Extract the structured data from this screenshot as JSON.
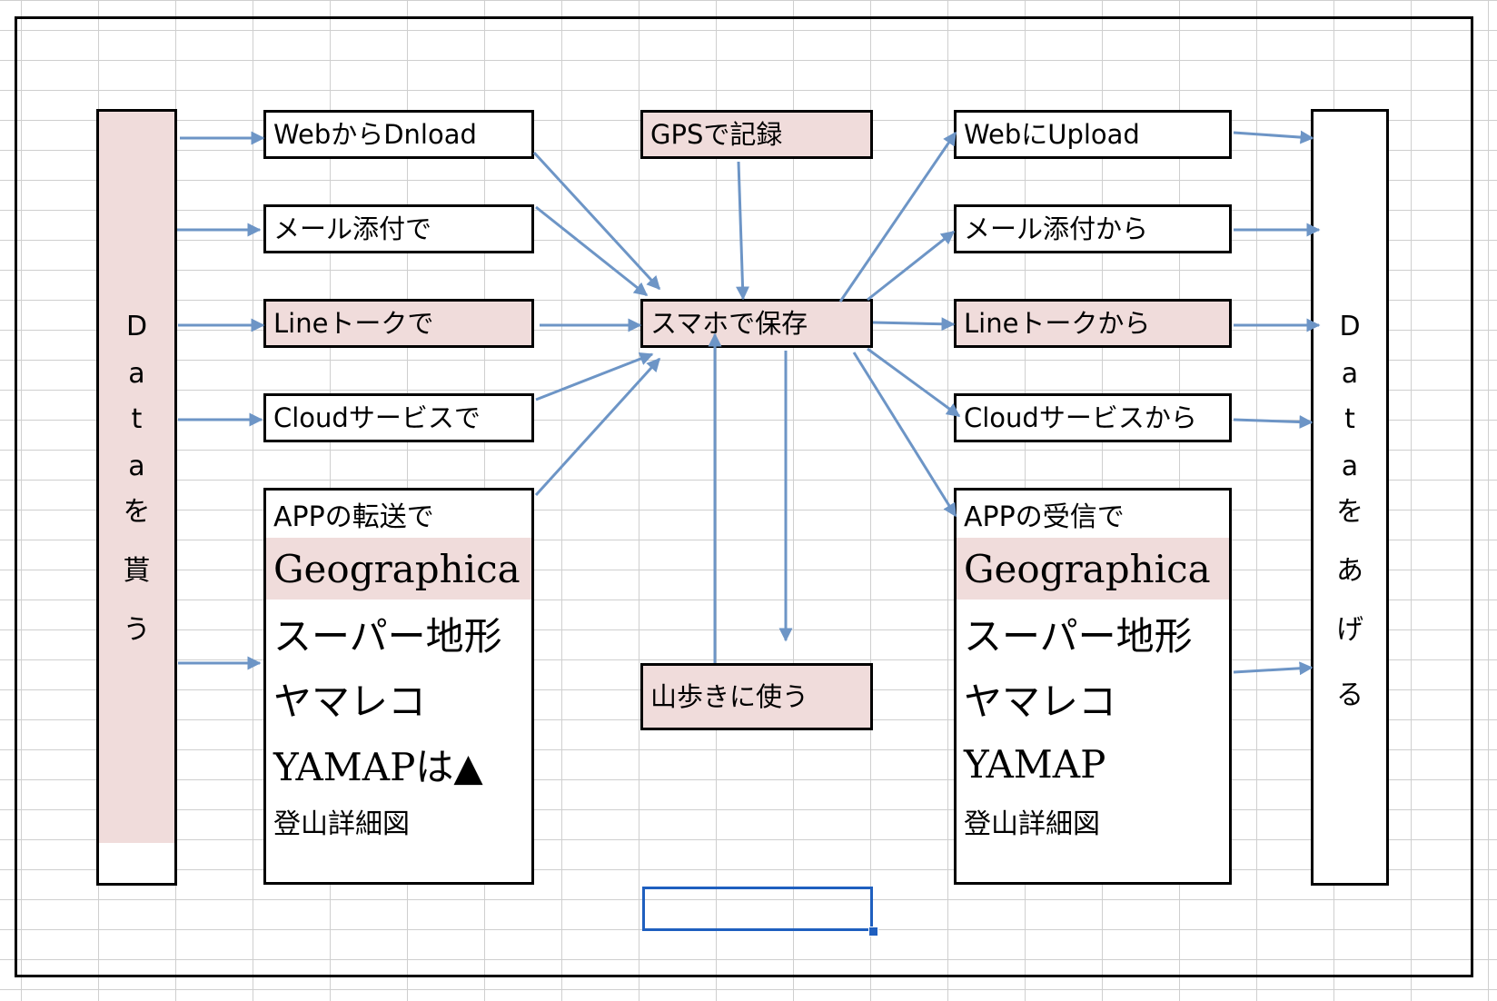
{
  "left_column": {
    "chars": [
      "D",
      "a",
      "t",
      "a",
      "を",
      "貰",
      "う"
    ]
  },
  "right_column": {
    "chars": [
      "D",
      "a",
      "t",
      "a",
      "を",
      "あ",
      "げ",
      "る"
    ]
  },
  "left_sources": [
    {
      "label": "WebからDnload",
      "highlight": false
    },
    {
      "label": "メール添付で",
      "highlight": false
    },
    {
      "label": "Lineトークで",
      "highlight": true
    },
    {
      "label": "Cloudサービスで",
      "highlight": false
    }
  ],
  "right_targets": [
    {
      "label": "WebにUpload",
      "highlight": false
    },
    {
      "label": "メール添付から",
      "highlight": false
    },
    {
      "label": "Lineトークから",
      "highlight": true
    },
    {
      "label": "Cloudサービスから",
      "highlight": false
    }
  ],
  "left_app": {
    "header": "APPの転送で",
    "apps": [
      "Geographica",
      "スーパー地形",
      "ヤマレコ",
      "YAMAPは▲"
    ],
    "footer": "登山詳細図"
  },
  "right_app": {
    "header": "APPの受信で",
    "apps": [
      "Geographica",
      "スーパー地形",
      "ヤマレコ",
      "YAMAP"
    ],
    "footer": "登山詳細図"
  },
  "center": {
    "gps": "GPSで記録",
    "phone": "スマホで保存",
    "hike": "山歩きに使う"
  },
  "colors": {
    "highlight": "#f0dcdb",
    "arrow": "#6d95c6",
    "selection": "#1f5fbf"
  }
}
